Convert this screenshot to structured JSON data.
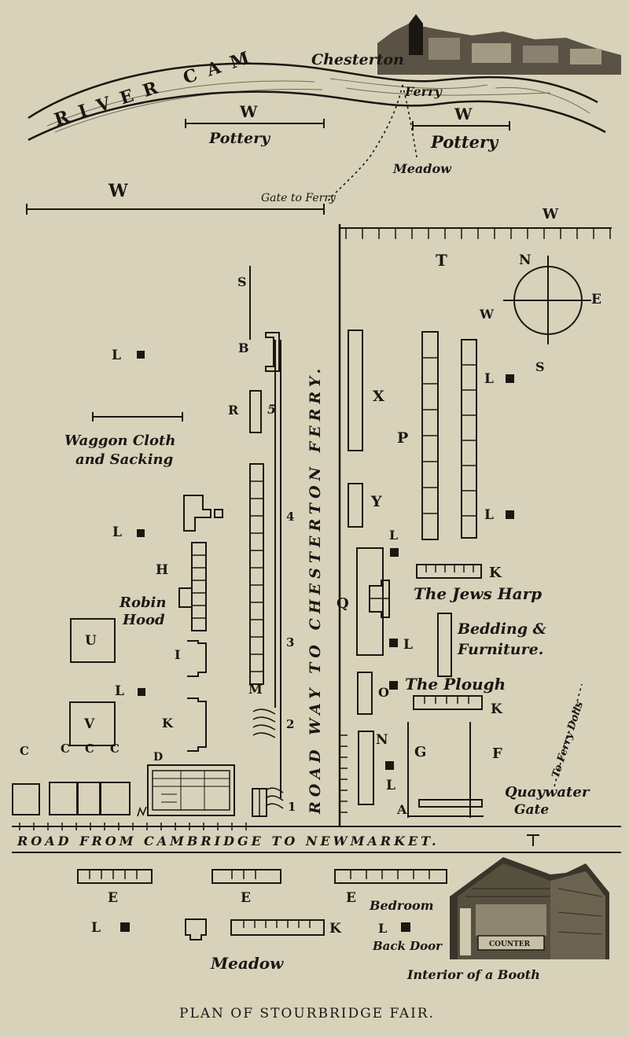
{
  "title": "PLAN OF STOURBRIDGE FAIR.",
  "river": {
    "name": "RIVER CAM"
  },
  "places": {
    "chesterton": "Chesterton",
    "ferry": "Ferry",
    "meadow_top": "Meadow",
    "gate_to_ferry": "Gate to Ferry",
    "pottery_left": "Pottery",
    "pottery_right": "Pottery",
    "road_chesterton": "ROAD WAY TO CHESTERTON FERRY.",
    "road_newmarket": "ROAD FROM CAMBRIDGE TO NEWMARKET.",
    "waggon_cloth": "Waggon Cloth",
    "and_sacking": "and Sacking",
    "robin_hood_1": "Robin",
    "robin_hood_2": "Hood",
    "jews_harp": "The Jews Harp",
    "bedding_1": "Bedding &",
    "bedding_2": "Furniture.",
    "plough": "The Plough",
    "to_ferry_dolls": "To Ferry Dolls",
    "quaywater_1": "Quaywater",
    "quaywater_2": "Gate",
    "meadow_bottom": "Meadow",
    "bedroom": "Bedroom",
    "back_door": "Back Door",
    "counter": "COUNTER",
    "booth_caption": "Interior of a Booth"
  },
  "compass": {
    "n": "N",
    "e": "E",
    "s": "S",
    "w": "W"
  },
  "letters": {
    "w1": "W",
    "w2": "W",
    "w3": "W",
    "w4": "W",
    "s": "S",
    "b": "B",
    "r": "R",
    "r_num": "5",
    "t": "T",
    "x": "X",
    "p": "P",
    "y": "Y",
    "h": "H",
    "i": "I",
    "k1": "K",
    "m": "M",
    "u": "U",
    "v": "V",
    "d": "D",
    "c1": "C",
    "c2": "C",
    "c3": "C",
    "c4": "C",
    "q": "Q",
    "o": "O",
    "n": "N",
    "g": "G",
    "f": "F",
    "a": "A",
    "k2": "K",
    "k3": "K",
    "k4": "K",
    "l1": "L",
    "l2": "L",
    "l3": "L",
    "l4": "L",
    "l5": "L",
    "l6": "L",
    "l7": "L",
    "l8": "L",
    "l9": "L",
    "l10": "L",
    "e1": "E",
    "e2": "E",
    "e3": "E",
    "num1": "1",
    "num2": "2",
    "num3": "3",
    "num4": "4"
  },
  "colors": {
    "paper": "#d8d2bb",
    "ink": "#1a1712"
  }
}
